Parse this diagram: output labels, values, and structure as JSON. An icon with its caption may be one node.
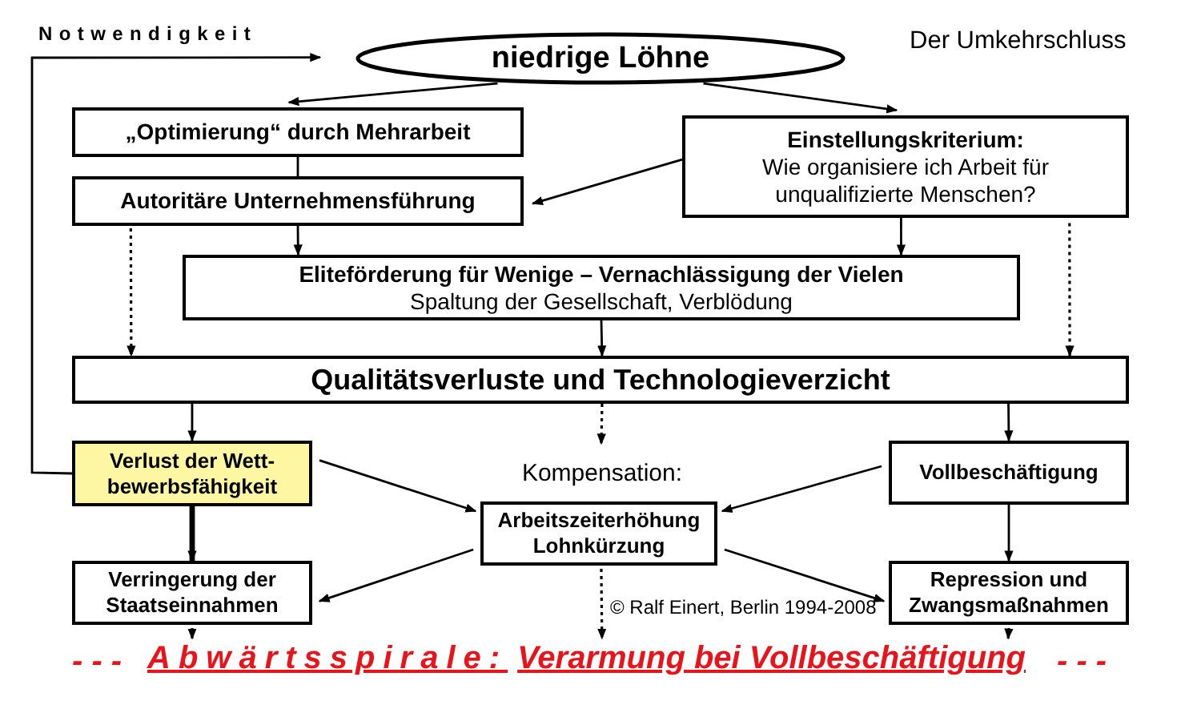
{
  "diagram": {
    "title": "Der Umkehrschluss",
    "nodes": [
      {
        "text": [
          "niedrige Löhne"
        ]
      },
      {
        "text": [
          "„Optimierung“ durch Mehrarbeit"
        ]
      },
      {
        "text": [
          "Autoritäre Unternehmensführung"
        ]
      },
      {
        "text": [
          "Einstellungskriterium:",
          "Wie organisiere ich Arbeit für unqualifizierte Menschen?"
        ]
      },
      {
        "text": [
          "Eliteförderung für Wenige – Vernachlässigung der Vielen",
          "Spaltung der Gesellschaft, Verblödung"
        ]
      },
      {
        "text": [
          "Qualitätsverluste und Technologieverzicht"
        ]
      },
      {
        "text": [
          "Verlust der Wett- bewerbsfähigkeit"
        ]
      },
      {
        "text": [
          "Arbeitszeiterhöhung Lohnkürzung"
        ],
        "beside": [
          "Kompensation:"
        ]
      },
      {
        "text": [
          "Vollbeschäftigung"
        ]
      },
      {
        "text": [
          "Verringerung der Staatseinnahmen"
        ]
      },
      {
        "text": [
          "Repression und Zwangsmaßnahmen"
        ]
      },
      {
        "text": [
          "Abwärtsspirale:",
          "Verarmung bei Vollbeschäftigung"
        ]
      }
    ],
    "edges": [
      {
        "from": 0,
        "to": 1,
        "arrow": "to"
      },
      {
        "from": 0,
        "to": 3,
        "arrow": "to"
      },
      {
        "from": 1,
        "to": 2,
        "arrow": "none"
      },
      {
        "from": 3,
        "to": 2,
        "arrow": "to"
      },
      {
        "from": 2,
        "to": 4,
        "arrow": "to"
      },
      {
        "from": 3,
        "to": 4,
        "arrow": "to"
      },
      {
        "from": 2,
        "to": 5,
        "arrow": "to",
        "style": "dashed"
      },
      {
        "from": 3,
        "to": 5,
        "arrow": "to",
        "style": "dashed"
      },
      {
        "from": 4,
        "to": 5,
        "arrow": "to"
      },
      {
        "from": 5,
        "to": 6,
        "arrow": "to"
      },
      {
        "from": 5,
        "to": 7,
        "arrow": "to",
        "style": "dashed"
      },
      {
        "from": 5,
        "to": 8,
        "arrow": "to"
      },
      {
        "from": 6,
        "to": 0,
        "arrow": "to",
        "label": "Notwendigkeit"
      },
      {
        "from": 6,
        "to": 7,
        "arrow": "to"
      },
      {
        "from": 8,
        "to": 7,
        "arrow": "to"
      },
      {
        "from": 6,
        "to": 9,
        "arrow": "to",
        "style": "thick"
      },
      {
        "from": 7,
        "to": 9,
        "arrow": "to"
      },
      {
        "from": 7,
        "to": 10,
        "arrow": "to"
      },
      {
        "from": 8,
        "to": 10,
        "arrow": "to"
      },
      {
        "from": 9,
        "to": 11,
        "arrow": "to",
        "style": "dashed"
      },
      {
        "from": 7,
        "to": 11,
        "arrow": "to",
        "style": "dashed"
      },
      {
        "from": 10,
        "to": 11,
        "arrow": "to",
        "style": "dashed"
      }
    ],
    "labels": [
      "© Ralf Einert, Berlin 1994-2008",
      "- - -",
      "- - -"
    ]
  }
}
